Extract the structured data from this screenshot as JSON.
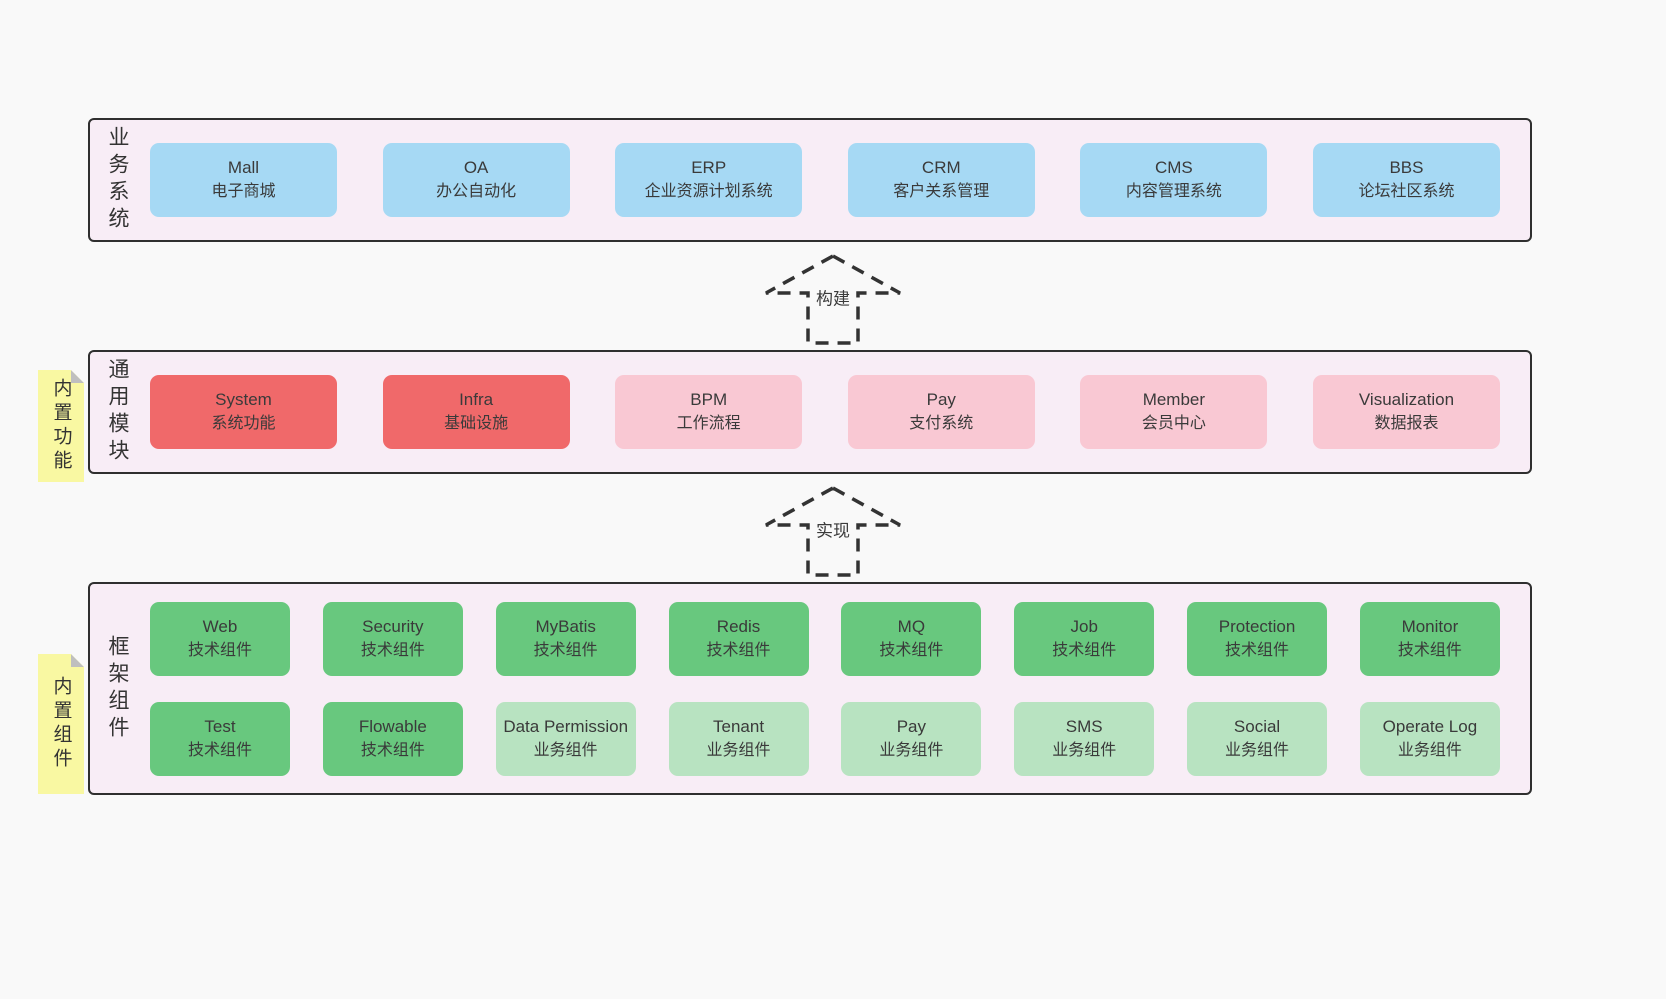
{
  "colors": {
    "page_bg": "#f9f9f9",
    "band_bg": "#f8edf6",
    "band_border": "#2f2f2f",
    "blue": "#a6d9f4",
    "red": "#f0696a",
    "pink": "#f9c8d3",
    "green": "#68c87e",
    "light_green": "#b8e3c1",
    "yellow_tab": "#f9f8a2",
    "fold_gray": "#bfbfbf",
    "text": "#3a3a3a"
  },
  "arrows": {
    "build": "构建",
    "implement": "实现"
  },
  "layers": {
    "business": {
      "label": "业务系统",
      "items": [
        {
          "en": "Mall",
          "zh": "电子商城"
        },
        {
          "en": "OA",
          "zh": "办公自动化"
        },
        {
          "en": "ERP",
          "zh": "企业资源计划系统"
        },
        {
          "en": "CRM",
          "zh": "客户关系管理"
        },
        {
          "en": "CMS",
          "zh": "内容管理系统"
        },
        {
          "en": "BBS",
          "zh": "论坛社区系统"
        }
      ]
    },
    "modules": {
      "label": "通用模块",
      "tag": "内置功能",
      "items": [
        {
          "en": "System",
          "zh": "系统功能",
          "variant": "red"
        },
        {
          "en": "Infra",
          "zh": "基础设施",
          "variant": "red"
        },
        {
          "en": "BPM",
          "zh": "工作流程",
          "variant": "pink"
        },
        {
          "en": "Pay",
          "zh": "支付系统",
          "variant": "pink"
        },
        {
          "en": "Member",
          "zh": "会员中心",
          "variant": "pink"
        },
        {
          "en": "Visualization",
          "zh": "数据报表",
          "variant": "pink"
        }
      ]
    },
    "framework": {
      "label": "框架组件",
      "tag": "内置组件",
      "row1": [
        {
          "en": "Web",
          "zh": "技术组件",
          "variant": "green"
        },
        {
          "en": "Security",
          "zh": "技术组件",
          "variant": "green"
        },
        {
          "en": "MyBatis",
          "zh": "技术组件",
          "variant": "green"
        },
        {
          "en": "Redis",
          "zh": "技术组件",
          "variant": "green"
        },
        {
          "en": "MQ",
          "zh": "技术组件",
          "variant": "green"
        },
        {
          "en": "Job",
          "zh": "技术组件",
          "variant": "green"
        },
        {
          "en": "Protection",
          "zh": "技术组件",
          "variant": "green"
        },
        {
          "en": "Monitor",
          "zh": "技术组件",
          "variant": "green"
        }
      ],
      "row2": [
        {
          "en": "Test",
          "zh": "技术组件",
          "variant": "green"
        },
        {
          "en": "Flowable",
          "zh": "技术组件",
          "variant": "green"
        },
        {
          "en": "Data Permission",
          "zh": "业务组件",
          "variant": "lightgreen"
        },
        {
          "en": "Tenant",
          "zh": "业务组件",
          "variant": "lightgreen"
        },
        {
          "en": "Pay",
          "zh": "业务组件",
          "variant": "lightgreen"
        },
        {
          "en": "SMS",
          "zh": "业务组件",
          "variant": "lightgreen"
        },
        {
          "en": "Social",
          "zh": "业务组件",
          "variant": "lightgreen"
        },
        {
          "en": "Operate Log",
          "zh": "业务组件",
          "variant": "lightgreen"
        }
      ]
    }
  }
}
